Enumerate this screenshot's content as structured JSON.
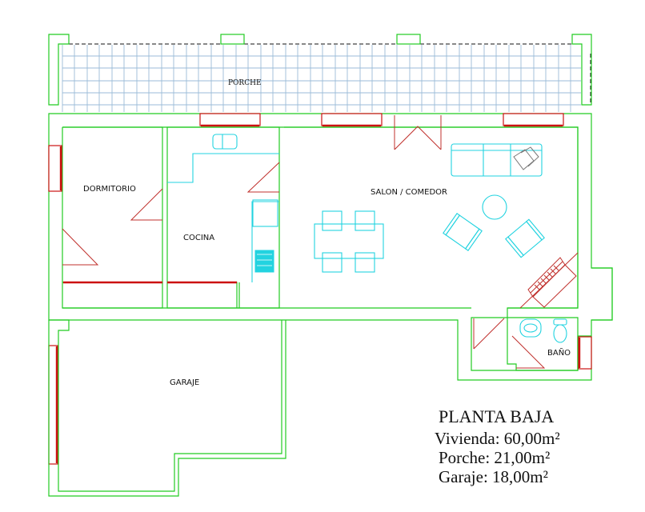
{
  "plan": {
    "rooms": {
      "porche": "PORCHE",
      "dormitorio": "DORMITORIO",
      "cocina": "COCINA",
      "salon": "SALON / COMEDOR",
      "bano": "BAÑO",
      "garaje": "GARAJE"
    },
    "colors": {
      "walls": "#22cc22",
      "windows": "#cc1111",
      "doors": "#c0302c",
      "furniture": "#22d3e0",
      "tiles": "#9bbbd8"
    }
  },
  "legend": {
    "title": "PLANTA BAJA",
    "vivienda": "Vivienda: 60,00m²",
    "porche": "Porche: 21,00m²",
    "garaje": "Garaje: 18,00m²"
  }
}
